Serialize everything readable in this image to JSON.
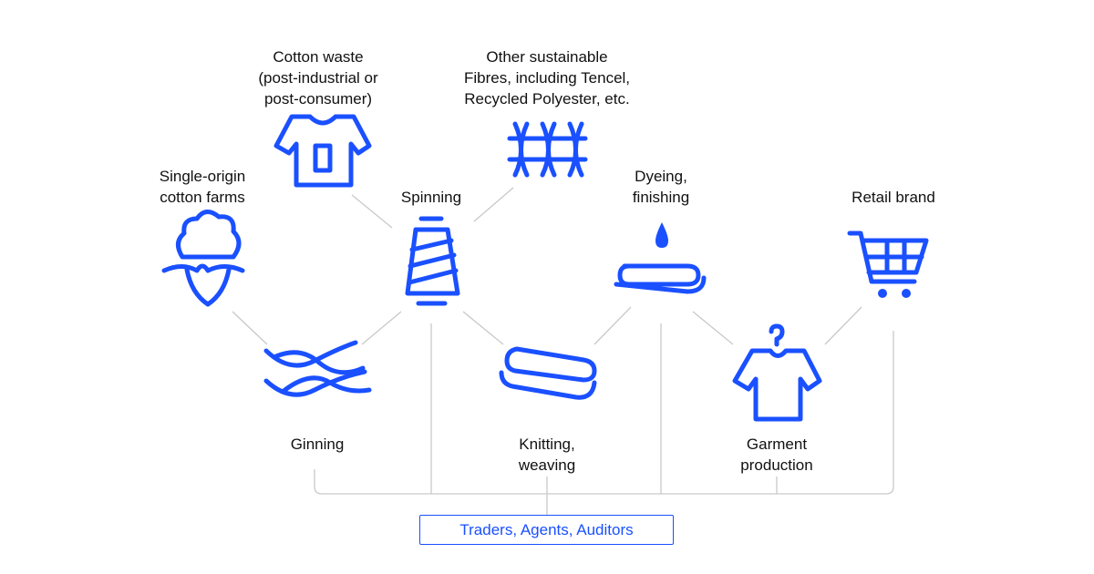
{
  "diagram": {
    "nodes": [
      {
        "id": "cotton-waste",
        "label": "Cotton waste\n(post-industrial or\npost-consumer)",
        "icon": "tshirt-patch-icon"
      },
      {
        "id": "other-fibres",
        "label": "Other sustainable\nFibres, including Tencel,\nRecycled Polyester, etc.",
        "icon": "woven-fibres-icon"
      },
      {
        "id": "single-origin",
        "label": "Single-origin\ncotton farms",
        "icon": "cotton-plant-icon"
      },
      {
        "id": "spinning",
        "label": "Spinning",
        "icon": "yarn-spool-icon"
      },
      {
        "id": "dyeing",
        "label": "Dyeing,\nfinishing",
        "icon": "dye-drop-fabric-icon"
      },
      {
        "id": "retail",
        "label": "Retail brand",
        "icon": "shopping-cart-icon"
      },
      {
        "id": "ginning",
        "label": "Ginning",
        "icon": "cotton-fibre-strands-icon"
      },
      {
        "id": "knitting",
        "label": "Knitting,\nweaving",
        "icon": "folded-fabric-icon"
      },
      {
        "id": "garment",
        "label": "Garment\nproduction",
        "icon": "tshirt-hanger-icon"
      }
    ],
    "traders": {
      "label": "Traders, Agents, Auditors"
    }
  }
}
